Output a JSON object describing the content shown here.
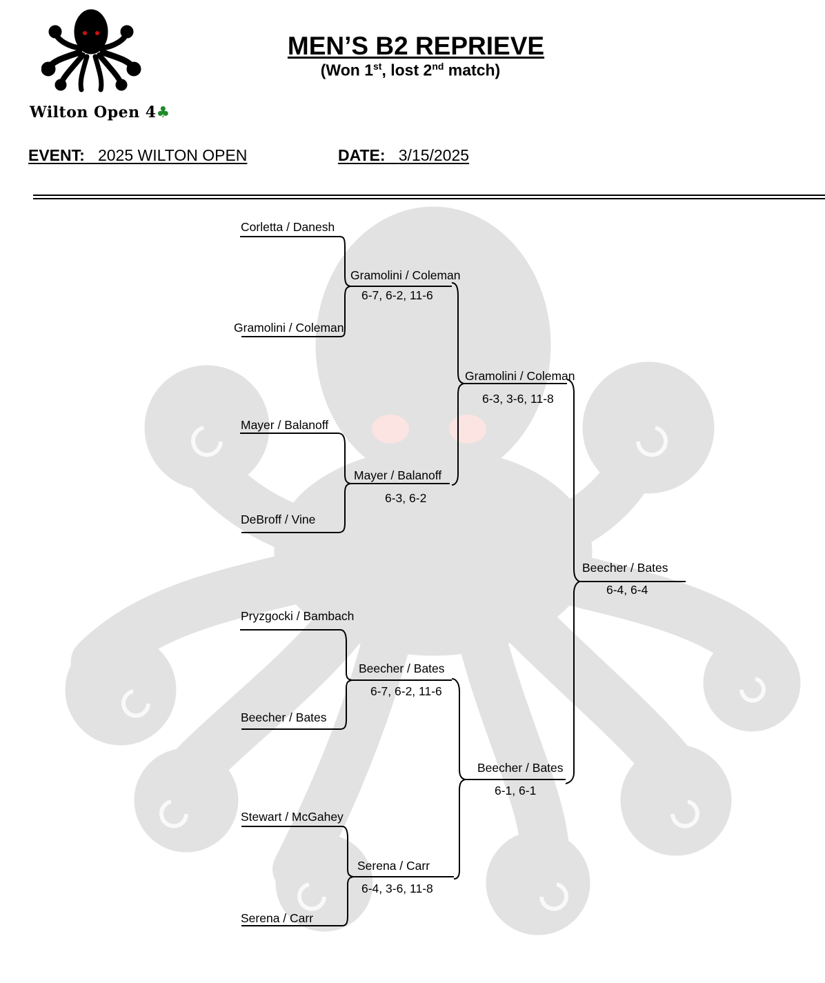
{
  "header": {
    "title": "MEN’S B2 REPRIEVE",
    "subtitle_prefix": "(Won 1",
    "subtitle_sup1": "st",
    "subtitle_mid": ", lost 2",
    "subtitle_sup2": "nd",
    "subtitle_suffix": " match)",
    "logo_text": "Wilton Open 4",
    "clover_glyph": "♣"
  },
  "meta": {
    "event_label": "EVENT:",
    "event_value": "2025 WILTON OPEN",
    "date_label": "DATE:",
    "date_value": "3/15/2025"
  },
  "bracket": {
    "round1": [
      "Corletta / Danesh",
      "Gramolini / Coleman",
      "Mayer / Balanoff",
      "DeBroff / Vine",
      "Pryzgocki / Bambach",
      "Beecher / Bates",
      "Stewart / McGahey",
      "Serena / Carr"
    ],
    "round2": [
      {
        "winner": "Gramolini / Coleman",
        "score": "6-7, 6-2, 11-6"
      },
      {
        "winner": "Mayer / Balanoff",
        "score": "6-3, 6-2"
      },
      {
        "winner": "Beecher / Bates",
        "score": "6-7, 6-2, 11-6"
      },
      {
        "winner": "Serena / Carr",
        "score": "6-4, 3-6, 11-8"
      }
    ],
    "round3": [
      {
        "winner": "Gramolini / Coleman",
        "score": "6-3, 3-6, 11-8"
      },
      {
        "winner": "Beecher / Bates",
        "score": "6-1, 6-1"
      }
    ],
    "final": {
      "winner": "Beecher / Bates",
      "score": "6-4, 6-4"
    }
  },
  "colors": {
    "watermark": "#e2e2e2",
    "watermark_eyes": "#fbe4e2",
    "logo_eyes": "#cc1111",
    "clover": "#1f8a2a"
  }
}
